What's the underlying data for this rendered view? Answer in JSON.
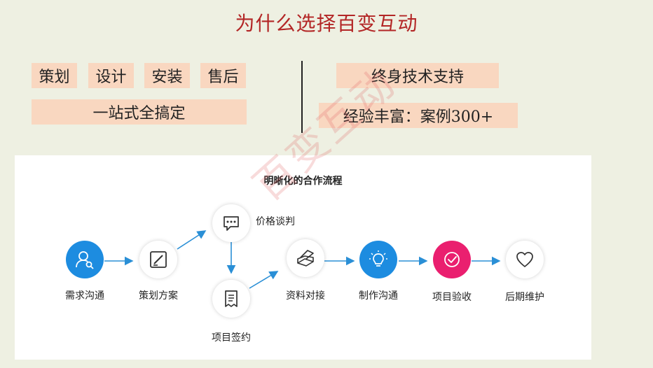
{
  "title": "为什么选择百变互动",
  "left_tags": [
    "策划",
    "设计",
    "安装",
    "售后"
  ],
  "left_banner": "一站式全搞定",
  "right_tags": [
    "终身技术支持",
    "经验丰富：案例300+"
  ],
  "flow": {
    "title": "明晰化的合作流程",
    "steps": [
      {
        "label": "需求沟通",
        "icon": "user-search-icon"
      },
      {
        "label": "策划方案",
        "icon": "pen-board-icon"
      },
      {
        "label": "价格谈判",
        "icon": "chat-bubble-icon"
      },
      {
        "label": "项目签约",
        "icon": "document-icon"
      },
      {
        "label": "资料对接",
        "icon": "books-icon"
      },
      {
        "label": "制作沟通",
        "icon": "lightbulb-icon"
      },
      {
        "label": "项目验收",
        "icon": "check-circle-icon"
      },
      {
        "label": "后期维护",
        "icon": "heart-icon"
      }
    ]
  },
  "colors": {
    "title": "#b32626",
    "tag_bg": "#f9d7c0",
    "blue": "#1d8ce0",
    "pink": "#ea1f6f"
  },
  "watermark": "百变互动"
}
